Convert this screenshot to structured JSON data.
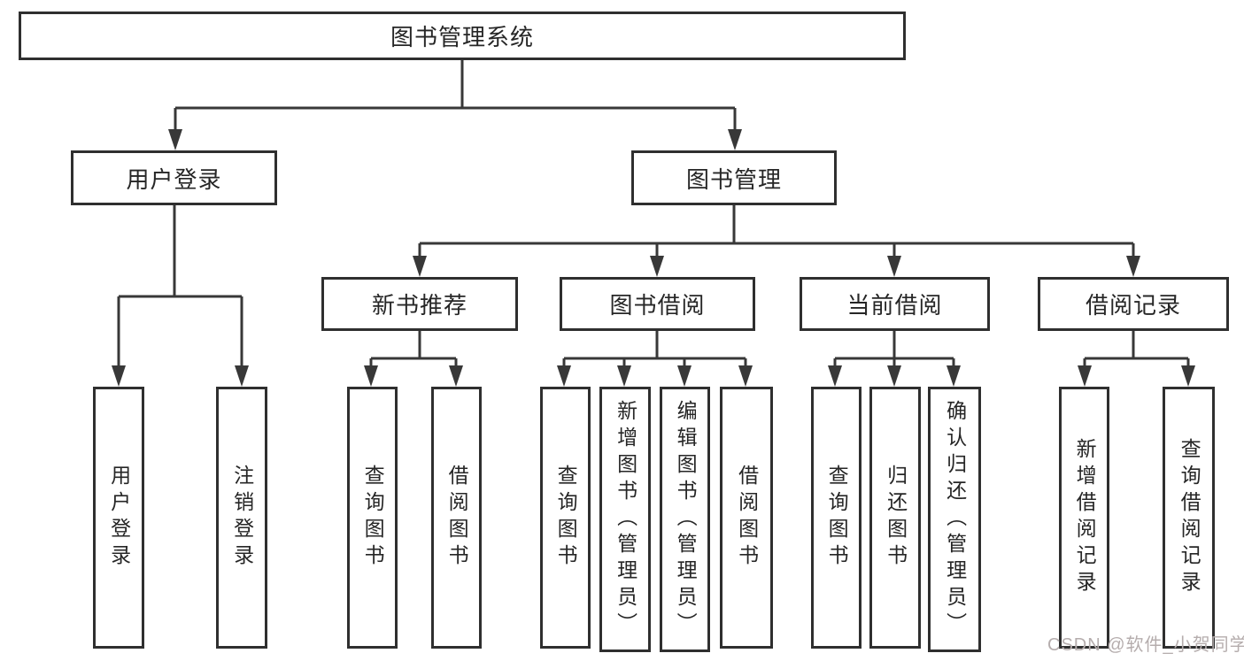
{
  "diagram": {
    "root": {
      "label": "图书管理系统"
    },
    "branches": [
      {
        "label": "用户登录",
        "children": [
          {
            "label": "用户登录"
          },
          {
            "label": "注销登录"
          }
        ]
      },
      {
        "label": "图书管理",
        "children": [
          {
            "label": "新书推荐",
            "children": [
              {
                "label": "查询图书"
              },
              {
                "label": "借阅图书"
              }
            ]
          },
          {
            "label": "图书借阅",
            "children": [
              {
                "label": "查询图书"
              },
              {
                "label": "新增图书（管理员）"
              },
              {
                "label": "编辑图书（管理员）"
              },
              {
                "label": "借阅图书"
              }
            ]
          },
          {
            "label": "当前借阅",
            "children": [
              {
                "label": "查询图书"
              },
              {
                "label": "归还图书"
              },
              {
                "label": "确认归还（管理员）"
              }
            ]
          },
          {
            "label": "借阅记录",
            "children": [
              {
                "label": "新增借阅记录"
              },
              {
                "label": "查询借阅记录"
              }
            ]
          }
        ]
      }
    ]
  },
  "watermark": {
    "text": "CSDN @软件_小贺同学"
  },
  "colors": {
    "line": "#383838",
    "box_border": "#2f2f2f",
    "text": "#262626",
    "watermark": "#b5adad",
    "background": "#ffffff"
  }
}
